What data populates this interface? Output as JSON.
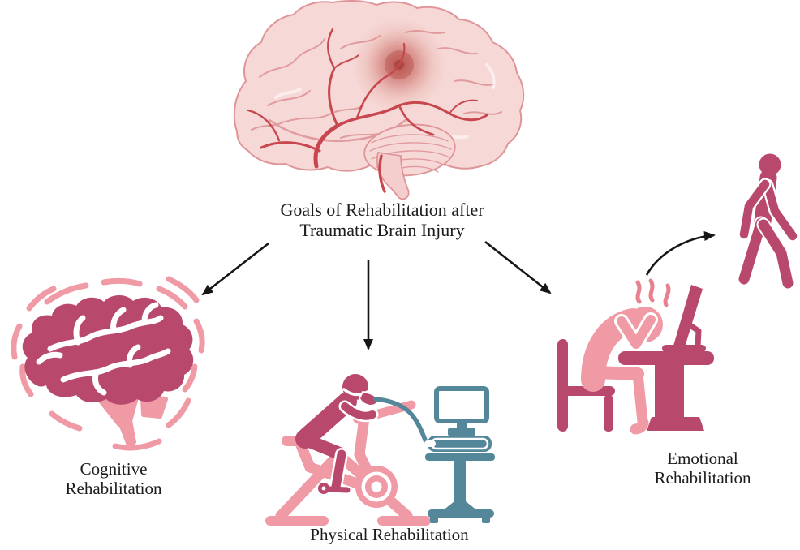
{
  "figure": {
    "title": {
      "line1": "Goals of Rehabilitation after",
      "line2": "Traumatic Brain Injury"
    },
    "branches": [
      {
        "id": "cognitive",
        "label": "Cognitive Rehabilitation"
      },
      {
        "id": "physical",
        "label": "Physical Rehabilitation"
      },
      {
        "id": "emotional",
        "label": "Emotional Rehabilitation"
      }
    ]
  },
  "icons": {
    "injured_brain_illustration": "anatomical brain with red injury site and arteries",
    "shaking_brain_icon": "dark pink brain silhouette with motion arcs",
    "exercise_bike_icon": "person cycling on stationary bike with breathing mask tubed to monitoring cart",
    "stressed_person_desk_icon": "person slumped at desk with computer and stress squiggles",
    "walking_person_icon": "recovered person walking",
    "arrow_icons": "three straight black arrows from title, one curved recovery arrow"
  },
  "colors": {
    "dark_pink": "#b8496c",
    "light_pink": "#f09aa6",
    "mid_pink": "#e8808f",
    "teal": "#54879a",
    "brain_fill": "#f6d8d6",
    "brain_line": "#df9598",
    "vessel_red": "#c8474f",
    "injury_red": "#a83a33",
    "arrow_black": "#161616",
    "text_black": "#1c1c1c",
    "background": "#ffffff"
  }
}
